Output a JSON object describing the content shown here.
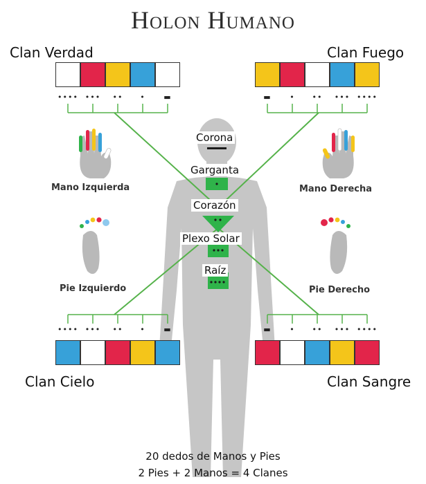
{
  "title": "Holon Humano",
  "clans": {
    "verdad": {
      "label": "Clan Verdad",
      "colors": [
        "#ffffff",
        "#e2254a",
        "#f4c51a",
        "#37a1d9",
        "#ffffff"
      ],
      "dots": [
        "••••",
        "•••",
        "••",
        "•",
        "▬"
      ]
    },
    "fuego": {
      "label": "Clan Fuego",
      "colors": [
        "#f4c51a",
        "#e2254a",
        "#ffffff",
        "#37a1d9",
        "#f4c51a"
      ],
      "dots": [
        "▬",
        "•",
        "••",
        "•••",
        "••••"
      ]
    },
    "cielo": {
      "label": "Clan Cielo",
      "colors": [
        "#37a1d9",
        "#ffffff",
        "#e2254a",
        "#f4c51a",
        "#37a1d9"
      ],
      "dots": [
        "••••",
        "•••",
        "••",
        "•",
        "▬"
      ]
    },
    "sangre": {
      "label": "Clan Sangre",
      "colors": [
        "#e2254a",
        "#ffffff",
        "#37a1d9",
        "#f4c51a",
        "#e2254a"
      ],
      "dots": [
        "▬",
        "•",
        "••",
        "•••",
        "••••"
      ]
    }
  },
  "limbs": {
    "mano_izquierda": "Mano Izquierda",
    "mano_derecha": "Mano Derecha",
    "pie_izquierdo": "Pie Izquierdo",
    "pie_derecho": "Pie Derecho"
  },
  "chakras": {
    "corona": "Corona",
    "garganta": "Garganta",
    "corazon": "Corazón",
    "plexo_solar": "Plexo Solar",
    "raiz": "Raíz"
  },
  "captions": {
    "line1": "20 dedos de Manos y Pies",
    "line2": "2 Pies + 2 Manos = 4 Clanes"
  },
  "colors": {
    "body": "#c4c4c4",
    "line": "#4caf50",
    "chakra": "#2fb34a"
  }
}
